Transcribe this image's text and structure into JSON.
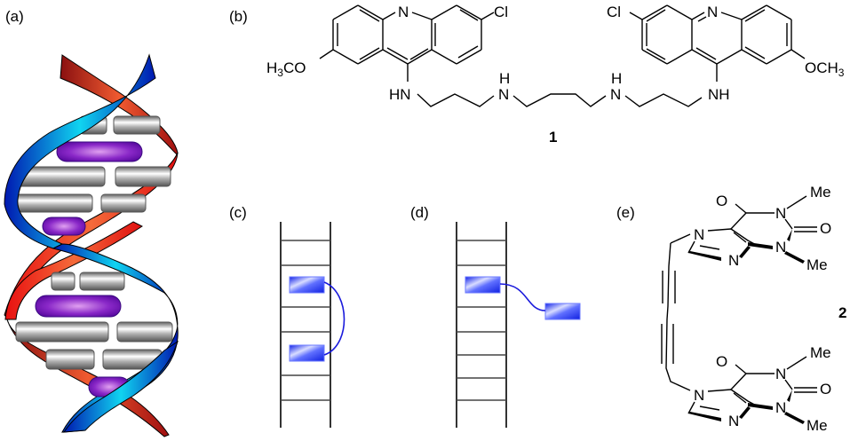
{
  "figure": {
    "panels": {
      "a": {
        "label": "(a)",
        "subject": "DNA double helix with base pairs and intercalators"
      },
      "b": {
        "label": "(b)",
        "compound_number": "1",
        "atoms": {
          "n": "N",
          "cl": "Cl",
          "hn": "HN",
          "nh": "NH",
          "h": "H",
          "h3co": "H",
          "h3co_sub": "3",
          "h3co_tail": "CO",
          "och3": "OCH",
          "och3_sub": "3"
        }
      },
      "c": {
        "label": "(c)"
      },
      "d": {
        "label": "(d)"
      },
      "e": {
        "label": "(e)",
        "compound_number": "2",
        "atoms": {
          "o": "O",
          "n": "N",
          "me": "Me"
        }
      }
    },
    "colors": {
      "strand_red": "#d81818",
      "strand_blue": "#0a2ad8",
      "strand_cyan": "#10d0ee",
      "base_gray": "#9a9a9a",
      "intercalator_purple": "#7a18b8",
      "block_blue": "#1f2ef0",
      "tether_blue": "#1a1adc"
    }
  }
}
